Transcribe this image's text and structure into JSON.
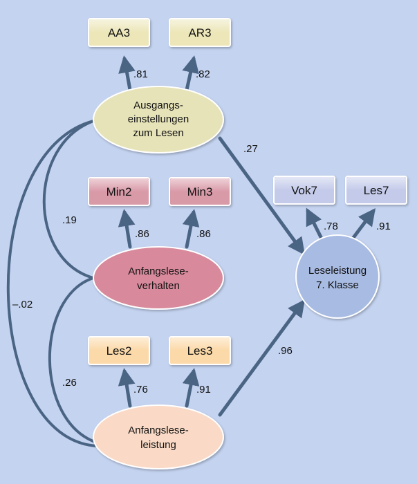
{
  "latent": {
    "ausgang": {
      "lines": [
        "Ausgangs-",
        "einstellungen",
        "zum Lesen"
      ],
      "fill": "#e6e3b8"
    },
    "verhalten": {
      "lines": [
        "Anfangslese-",
        "verhalten"
      ],
      "fill": "#d88a9c"
    },
    "leistung": {
      "lines": [
        "Anfangslese-",
        "leistung"
      ],
      "fill": "#fadac6"
    },
    "lese7": {
      "lines": [
        "Leseleistung",
        "7. Klasse"
      ],
      "fill": "#a8bbe3"
    }
  },
  "indicators": {
    "aa3": {
      "label": "AA3",
      "fill": "#ece6b8"
    },
    "ar3": {
      "label": "AR3",
      "fill": "#ece6b8"
    },
    "min2": {
      "label": "Min2",
      "fill": "#d99aa8"
    },
    "min3": {
      "label": "Min3",
      "fill": "#d99aa8"
    },
    "les2": {
      "label": "Les2",
      "fill": "#fbd9a8"
    },
    "les3": {
      "label": "Les3",
      "fill": "#fbd9a8"
    },
    "vok7": {
      "label": "Vok7",
      "fill": "#c4cbea"
    },
    "les7": {
      "label": "Les7",
      "fill": "#c4cbea"
    }
  },
  "loadings": {
    "aa3": ".81",
    "ar3": ".82",
    "min2": ".86",
    "min3": ".86",
    "les2": ".76",
    "les3": ".91",
    "vok7": ".78",
    "les7": ".91"
  },
  "paths": {
    "ausgang_lese7": ".27",
    "leistung_lese7": ".96"
  },
  "correlations": {
    "ausgang_verhalten": ".19",
    "verhalten_leistung": ".26",
    "ausgang_leistung": "–.02"
  },
  "colors": {
    "background": "#c4d3f0",
    "arrow": "#4a6484"
  }
}
